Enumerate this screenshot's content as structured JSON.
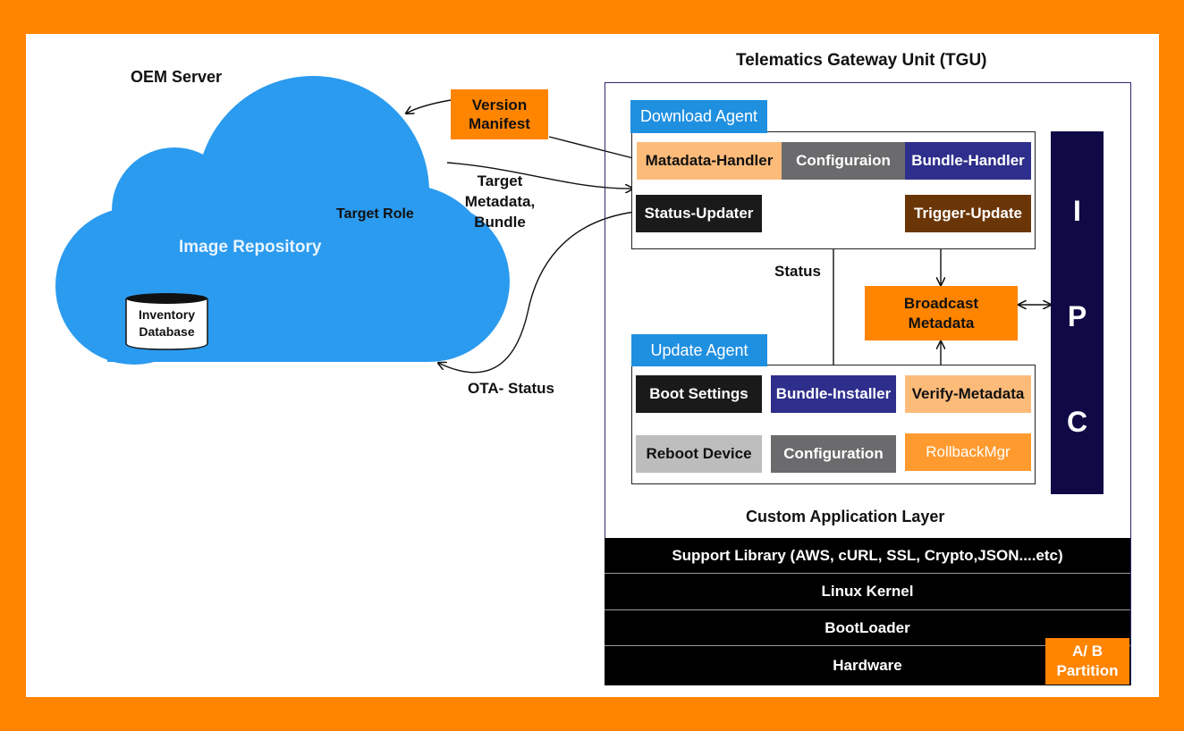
{
  "colors": {
    "border": "#ff8400",
    "cloud": "#2b9bef",
    "agent_title": "#1f8fe0",
    "light_orange": "#fdbb7a",
    "grey": "#6b6b6d",
    "light_grey": "#bdbdbd",
    "navy": "#2e2e8c",
    "dark_navy": "#0f0a45",
    "brown": "#6b3607",
    "black": "#1a1a1a",
    "orange": "#ff8400"
  },
  "server": {
    "label": "OEM Server",
    "repository": "Image Repository",
    "target_role": "Target Role",
    "database_line1": "Inventory",
    "database_line2": "Database"
  },
  "arrows": {
    "version_manifest_line1": "Version",
    "version_manifest_line2": "Manifest",
    "target_line1": "Target",
    "target_line2": "Metadata,",
    "target_line3": "Bundle",
    "ota_status": "OTA- Status",
    "status": "Status"
  },
  "tgu": {
    "title": "Telematics Gateway Unit (TGU)",
    "download_agent": {
      "title": "Download Agent",
      "metadata_handler": "Matadata-Handler",
      "configuration": "Configuraion",
      "bundle_handler": "Bundle-Handler",
      "status_updater": "Status-Updater",
      "trigger_update": "Trigger-Update"
    },
    "broadcast_line1": "Broadcast",
    "broadcast_line2": "Metadata",
    "update_agent": {
      "title": "Update Agent",
      "boot_settings": "Boot Settings",
      "bundle_installer": "Bundle-Installer",
      "verify_metadata": "Verify-Metadata",
      "reboot_device": "Reboot Device",
      "configuration": "Configuration",
      "rollback_mgr": "RollbackMgr"
    },
    "ipc": [
      "I",
      "P",
      "C"
    ],
    "custom_app_layer": "Custom Application Layer",
    "layers": {
      "support_library": "Support Library (AWS, cURL, SSL, Crypto,JSON....etc)",
      "linux_kernel": "Linux Kernel",
      "bootloader": "BootLoader",
      "hardware": "Hardware"
    },
    "partition_line1": "A/ B",
    "partition_line2": "Partition"
  }
}
